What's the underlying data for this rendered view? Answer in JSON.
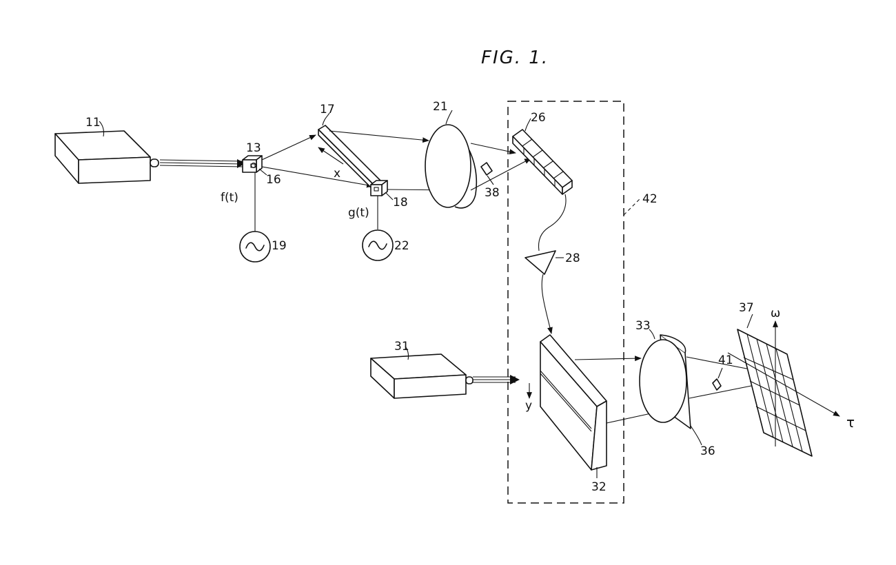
{
  "figure": {
    "title": "FIG. 1."
  },
  "labels": {
    "laser_top": "11",
    "modulator_a": "13",
    "modulator_a_cell": "16",
    "scanner_bar": "17",
    "scanner_cell": "18",
    "osc_a": "19",
    "osc_b": "22",
    "lens_a": "21",
    "detector_array": "26",
    "mask_a": "38",
    "amplifier": "28",
    "dashed_box": "42",
    "laser_bottom": "31",
    "modulator_b": "32",
    "lens_b": "33",
    "cylinder_lens": "36",
    "mask_b": "41",
    "output_plane": "37",
    "f_signal": "f(t)",
    "g_signal": "g(t)",
    "axis_x": "x",
    "axis_y": "y",
    "axis_omega": "ω",
    "axis_tau": "τ"
  }
}
